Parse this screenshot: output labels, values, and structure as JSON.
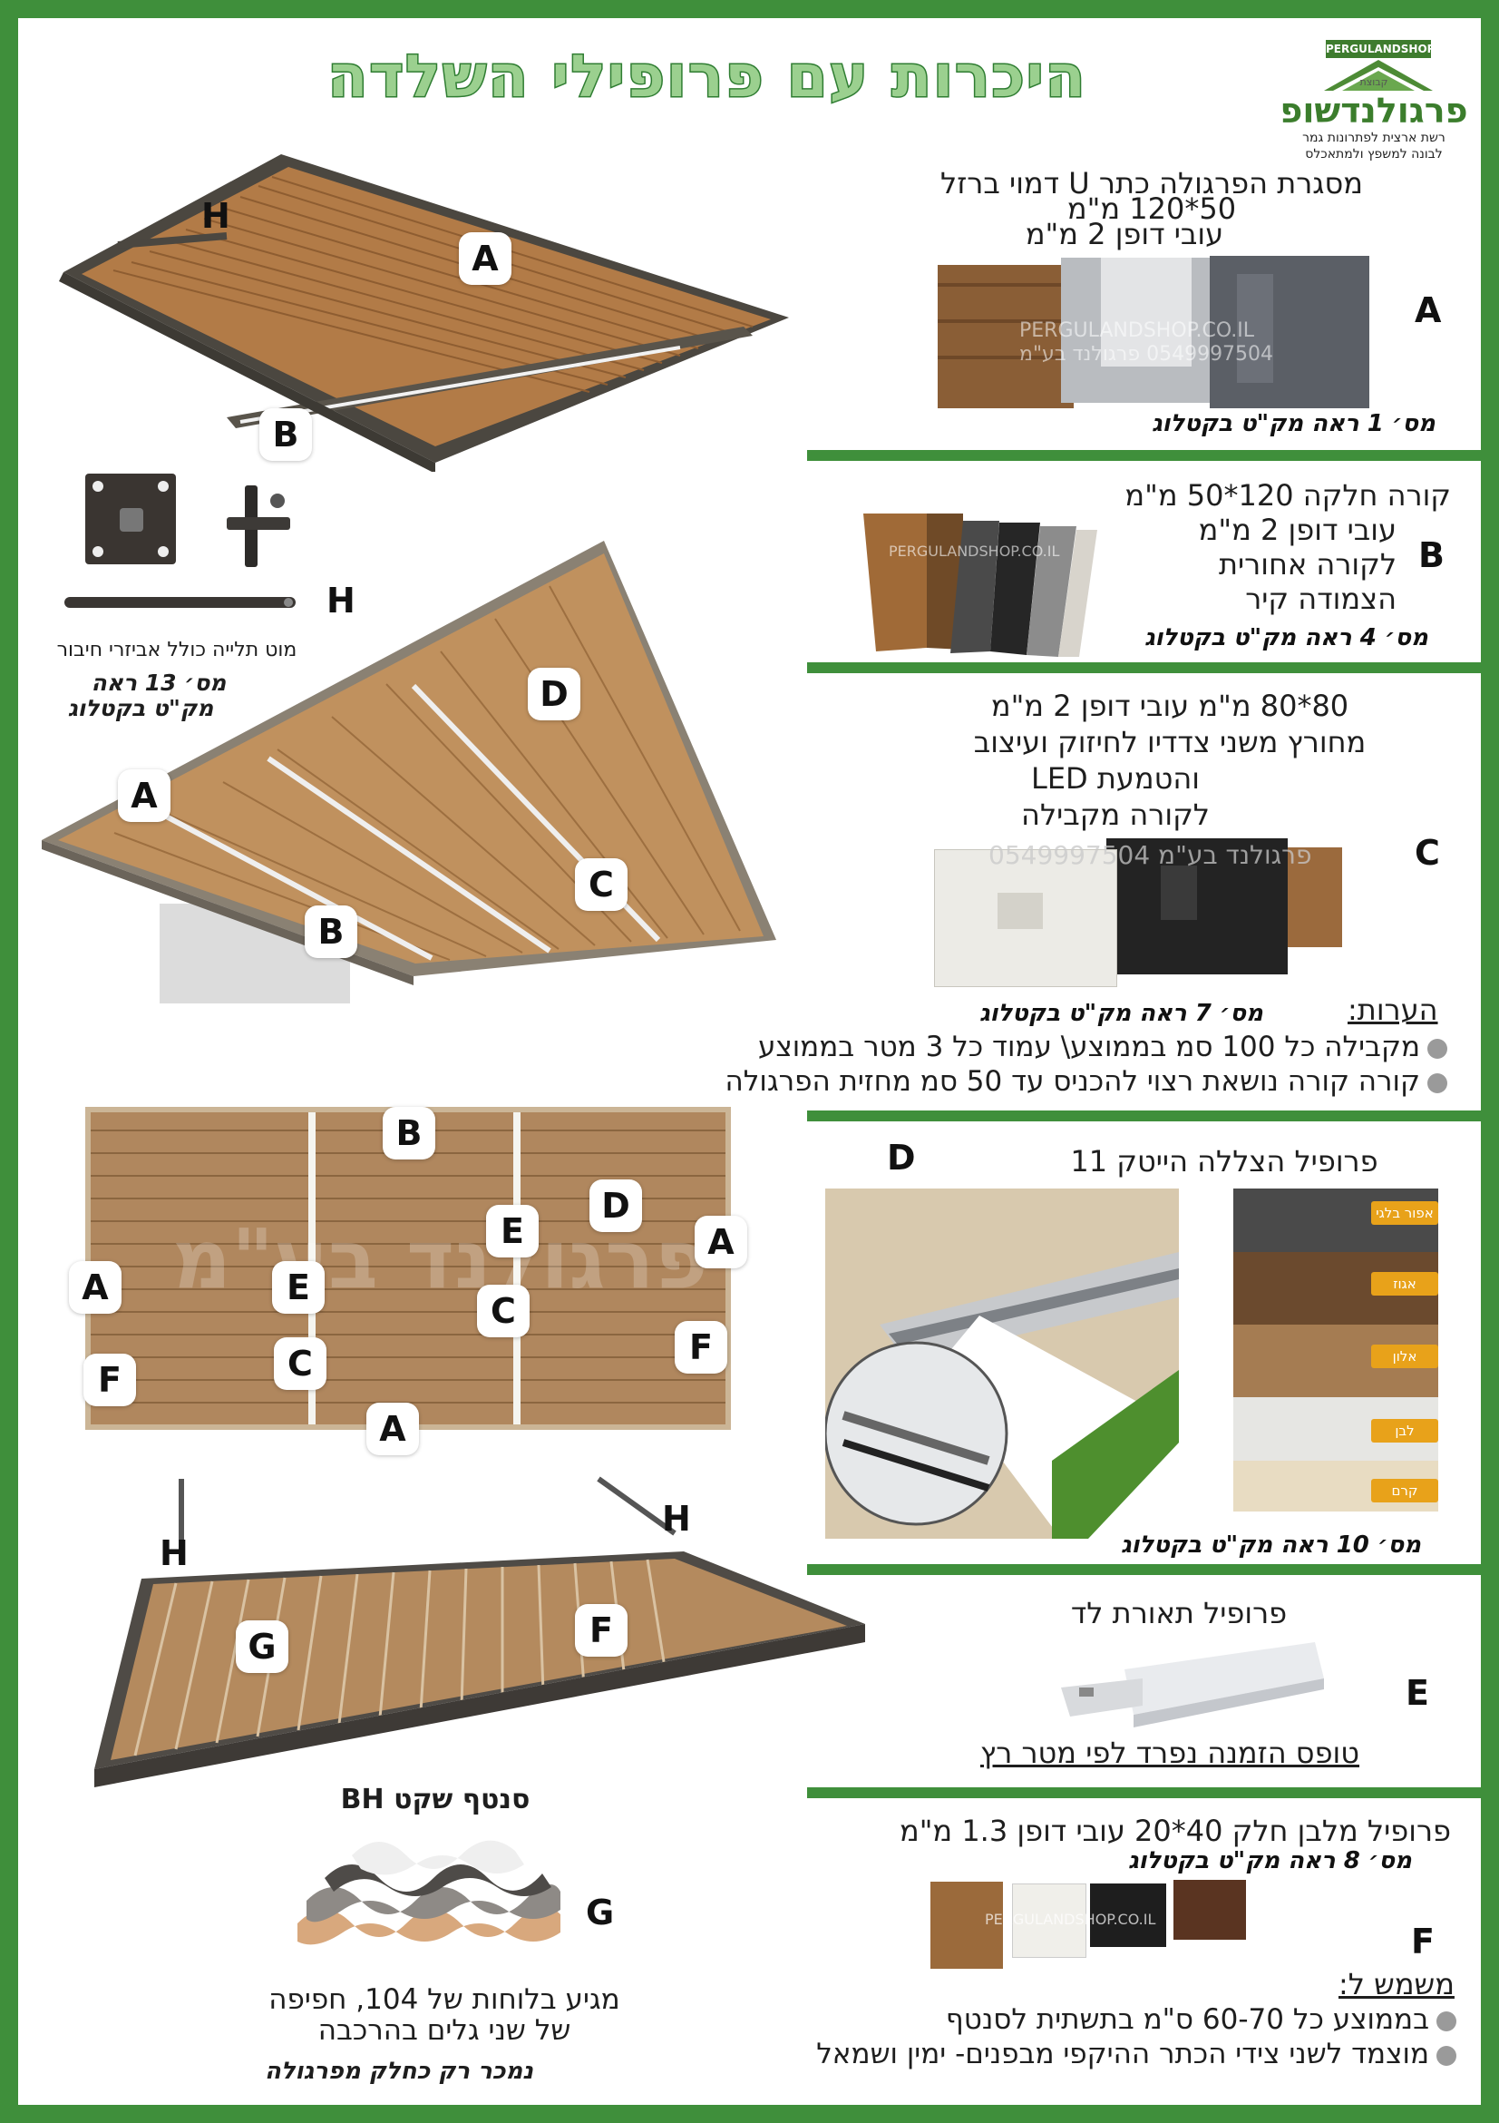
{
  "title": "היכרות עם פרופילי השלדה",
  "logo": {
    "domain": "PERGULANDSHOP.CO.IL",
    "small": "קבוצת",
    "name": "פרגולנדשופ",
    "sub1": "רשת ארצית לפתרונות גמר",
    "sub2": "לבונה למשפץ ולמתאכלס"
  },
  "watermark": {
    "site": "PERGULANDSHOP.CO.IL",
    "phone": "0549997504 פרגולנד בע\"מ",
    "big": "פרגולנד בע\"מ"
  },
  "left": {
    "h_top": "H",
    "a_top": "A",
    "b_top": "B",
    "h_rod": "H",
    "rod_caption": "מוט תלייה כולל אביזרי חיבור",
    "rod_catalog_1": "מס׳ 13 ראה",
    "rod_catalog_2": "מק\"ט בקטלוג",
    "mid": {
      "a": "A",
      "b": "B",
      "c": "C",
      "d": "D"
    },
    "plan": {
      "b": "B",
      "e1": "E",
      "d": "D",
      "a_right": "A",
      "a_left": "A",
      "e2": "E",
      "c1": "C",
      "f_right": "F",
      "f_left": "F",
      "c2": "C",
      "a_bottom": "A"
    },
    "roof": {
      "h_left": "H",
      "h_right": "H",
      "g": "G",
      "f": "F"
    },
    "sheet_title": "סנטף שקט BH",
    "sheet_letter": "G",
    "sheet_desc_1": "מגיע בלוחות של 104, חפיפה",
    "sheet_desc_2": "של שני גלים בהרכבה",
    "sheet_note": "נמכר רק כחלק מפרגולה"
  },
  "sections": {
    "A": {
      "letter": "A",
      "lines": [
        "מסגרת הפרגולה כתר U דמוי ברזל",
        "50*120 מ\"מ",
        "עובי דופן 2 מ\"מ"
      ],
      "catalog": "מס׳ 1 ראה מק\"ט בקטלוג"
    },
    "B": {
      "letter": "B",
      "lines": [
        "קורה חלקה 120*50 מ\"מ",
        "עובי דופן 2 מ\"מ",
        "לקורה אחורית",
        "הצמודה קיר"
      ],
      "catalog": "מס׳ 4 ראה מק\"ט בקטלוג"
    },
    "C": {
      "letter": "C",
      "lines": [
        "80*80  מ\"מ עובי דופן 2 מ\"מ",
        "מחורץ משני צדדיו לחיזוק ועיצוב",
        "LED והטמעת",
        "לקורה מקבילה"
      ],
      "catalog": "מס׳ 7 ראה מק\"ט בקטלוג",
      "notes_head": "הערות:",
      "note1": "מקבילה כל 100 סמ בממוצע\\ עמוד כל 3 מטר בממוצע",
      "note2": "קורה קורה נושאת רצוי להכניס עד 50 סמ מחזית הפרגולה"
    },
    "D": {
      "letter": "D",
      "line": "פרופיל הצללה הייטק 11",
      "colors": [
        "אפור בלגי",
        "אגוז",
        "אלון",
        "לבן",
        "קרם"
      ],
      "catalog": "מס׳ 10 ראה מק\"ט בקטלוג"
    },
    "E": {
      "letter": "E",
      "line": "פרופיל תאורת לד",
      "note": "טופס הזמנה נפרד לפי מטר רץ"
    },
    "F": {
      "letter": "F",
      "line": "פרופיל מלבן חלק  40*20  עובי דופן 1.3 מ\"מ",
      "catalog": "מס׳ 8 ראה מק\"ט בקטלוג",
      "use_head": "משמש ל:",
      "use1": "בממוצע כל 60-70 ס\"מ בתשתית לסנטף",
      "use2": "מוצמד לשני צידי הכתר ההיקפי מבפנים- ימין ושמאל"
    }
  },
  "colors": {
    "brand_green": "#3f8f3b",
    "title_fill": "#9bd08f",
    "wood": "#b5814d",
    "frame_gray": "#5f5a52"
  }
}
